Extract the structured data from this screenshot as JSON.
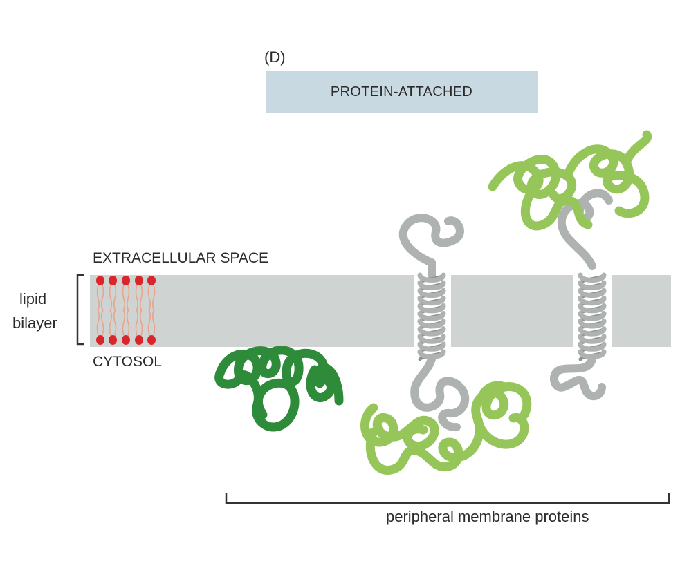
{
  "panel": {
    "letter": "(D)",
    "title": "PROTEIN-ATTACHED"
  },
  "labels": {
    "extracellular": "EXTRACELLULAR SPACE",
    "cytosol": "CYTOSOL",
    "bilayer_line1": "lipid",
    "bilayer_line2": "bilayer",
    "peripheral": "peripheral membrane proteins"
  },
  "colors": {
    "panel_box": "#c9d9e2",
    "membrane": "#cfd4d2",
    "lipid_head": "#d9262a",
    "lipid_tail": "#e8a48e",
    "dark_green": "#2e8b3a",
    "light_green": "#96c65a",
    "transmembrane_gray": "#aeb2b1",
    "bracket": "#333333"
  }
}
